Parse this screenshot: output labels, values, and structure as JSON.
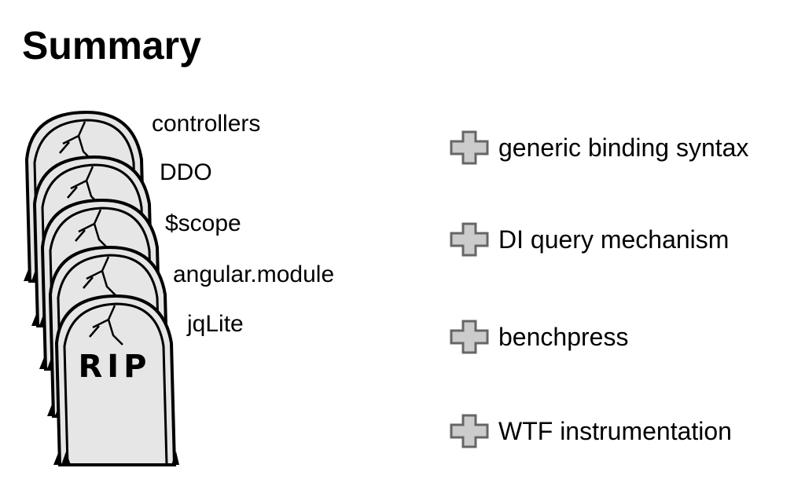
{
  "slide": {
    "title": "Summary",
    "removed_items": [
      "controllers",
      "DDO",
      "$scope",
      "angular.module",
      "jqLite"
    ],
    "tombstone_text": "RIP",
    "added_items": [
      "generic binding syntax",
      "DI query mechanism",
      "benchpress",
      "WTF instrumentation"
    ]
  },
  "icons": {
    "removed": "tombstone-icon",
    "added": "plus-icon"
  },
  "colors": {
    "stone_fill": "#e6e6e6",
    "plus_fill": "#cccccc",
    "plus_stroke": "#666666"
  }
}
